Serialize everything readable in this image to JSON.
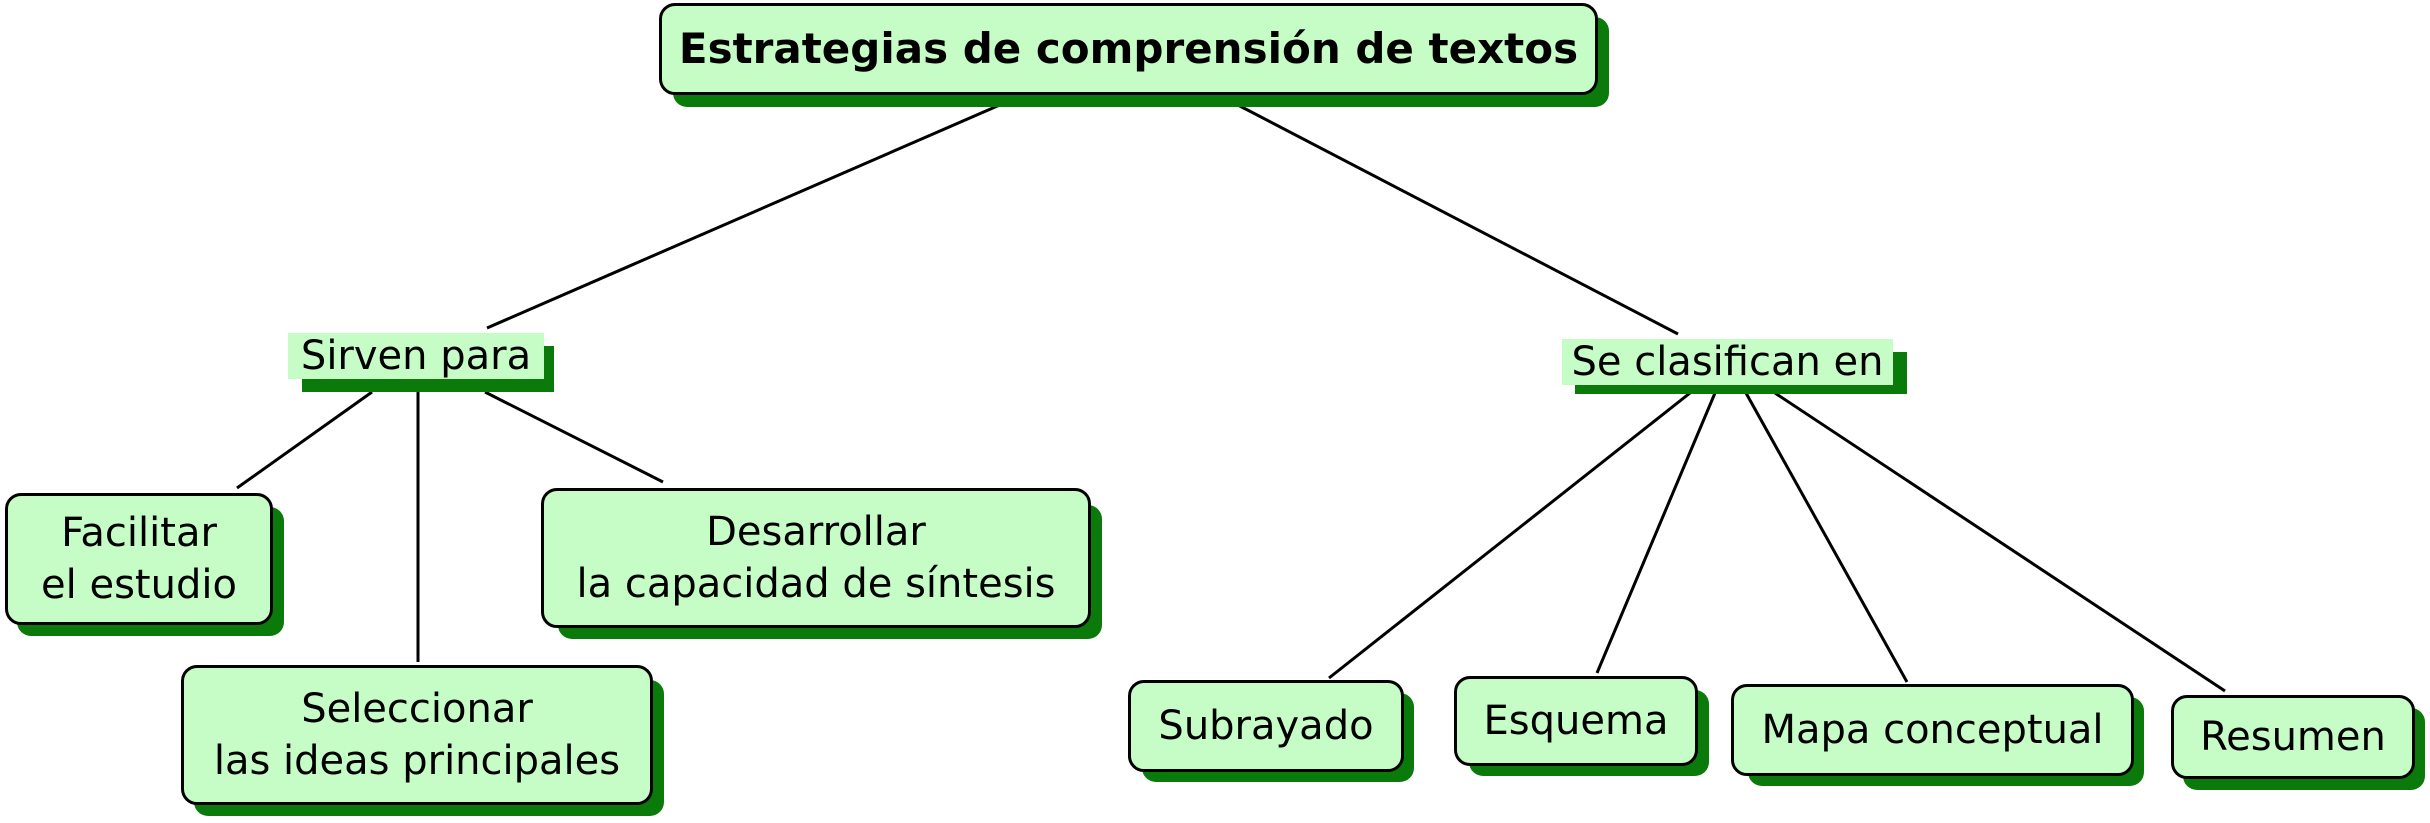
{
  "colors": {
    "node_fill": "#c6fcc6",
    "shadow": "#0a7a0a",
    "border": "#000000",
    "line": "#000000"
  },
  "root": {
    "label": "Estrategias de comprensión de textos"
  },
  "links": {
    "left": "Sirven para",
    "right": "Se clasifican en"
  },
  "purposes": [
    {
      "label": "Facilitar\nel estudio"
    },
    {
      "label": "Seleccionar\nlas ideas principales"
    },
    {
      "label": "Desarrollar\nla capacidad de síntesis"
    }
  ],
  "types": [
    {
      "label": "Subrayado"
    },
    {
      "label": "Esquema"
    },
    {
      "label": "Mapa conceptual"
    },
    {
      "label": "Resumen"
    }
  ]
}
